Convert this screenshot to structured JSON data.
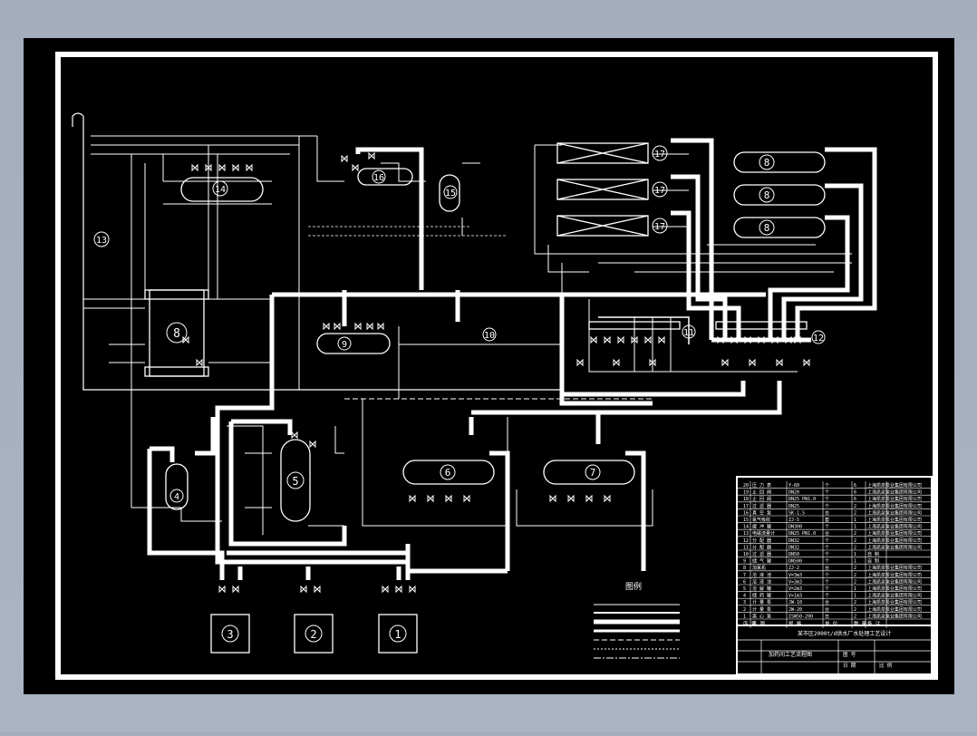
{
  "app": {
    "background_color": "#a7b1bf",
    "canvas_color": "#000000",
    "line_color": "#ffffff"
  },
  "tanks": {
    "t14": "14",
    "t15": "15",
    "t16": "16",
    "t13": "13",
    "t8a": "8",
    "t9": "9",
    "t10": "10",
    "t5": "5",
    "t4": "4",
    "t6": "6",
    "t7": "7",
    "t17a": "17",
    "t17b": "17",
    "t17c": "17",
    "t18a": "8",
    "t18b": "8",
    "t18c": "8",
    "t11": "11",
    "t12": "12",
    "t3": "3",
    "t2": "2",
    "t1": "1"
  },
  "legend": {
    "title": "图例"
  },
  "title_block": {
    "project": "某市区2000t/d供水厂水处理工艺设计",
    "drawing": "加药间工艺流程图",
    "drawing_no": "图 号",
    "scale": "比 例",
    "date": "日 期",
    "rows": [
      [
        "1",
        "离 心 泵",
        "ISW50-200",
        "台",
        "2",
        "上海凯泉泵业集团有限公司"
      ],
      [
        "2",
        "计 量 泵",
        "JW-20",
        "台",
        "2",
        "上海凯泉泵业集团有限公司"
      ],
      [
        "3",
        "计 量 泵",
        "JW-10",
        "台",
        "2",
        "上海凯泉泵业集团有限公司"
      ],
      [
        "4",
        "储 药 罐",
        "V=1m3",
        "个",
        "1",
        "上海凯泉泵业集团有限公司"
      ],
      [
        "5",
        "溶 解 罐",
        "V=2m3",
        "个",
        "1",
        "上海凯泉泵业集团有限公司"
      ],
      [
        "6",
        "溶 液 池",
        "V=3m3",
        "个",
        "2",
        "上海凯泉泵业集团有限公司"
      ],
      [
        "7",
        "溶 液 池",
        "V=3m3",
        "个",
        "2",
        "上海凯泉泵业集团有限公司"
      ],
      [
        "8",
        "加氯机",
        "ZJ-2",
        "台",
        "2",
        "上海凯泉泵业集团有限公司"
      ],
      [
        "9",
        "储 气 罐",
        "DN500",
        "个",
        "1",
        "自 制"
      ],
      [
        "10",
        "过 滤 器",
        "DN50",
        "个",
        "1",
        "自 制"
      ],
      [
        "11",
        "分 配 器",
        "DN32",
        "个",
        "2",
        "上海凯泉泵业集团有限公司"
      ],
      [
        "12",
        "分 配 器",
        "DN32",
        "个",
        "2",
        "上海凯泉泵业集团有限公司"
      ],
      [
        "13",
        "电磁流量计",
        "DN25 PN1.0",
        "台",
        "2",
        "上海凯泉泵业集团有限公司"
      ],
      [
        "14",
        "缓 冲 罐",
        "DN300",
        "个",
        "1",
        "上海凯泉泵业集团有限公司"
      ],
      [
        "15",
        "氯气吸收",
        "ZJ-5",
        "套",
        "1",
        "上海凯泉泵业集团有限公司"
      ],
      [
        "16",
        "真 空 泵",
        "SK-1.5",
        "台",
        "2",
        "上海凯泉泵业集团有限公司"
      ],
      [
        "17",
        "过 滤 器",
        "DN25",
        "个",
        "2",
        "上海凯泉泵业集团有限公司"
      ],
      [
        "18",
        "止 回 阀",
        "DN25 PN1.0",
        "个",
        "6",
        "上海凯泉泵业集团有限公司"
      ],
      [
        "19",
        "止 回 阀",
        "DN20",
        "个",
        "6",
        "上海凯泉泵业集团有限公司"
      ],
      [
        "20",
        "压 力 表",
        "Y-60",
        "个",
        "6",
        "上海凯泉泵业集团有限公司"
      ]
    ],
    "header": [
      "序 号",
      "名 称",
      "规 格",
      "单 位",
      "数 量",
      "备 注"
    ]
  }
}
